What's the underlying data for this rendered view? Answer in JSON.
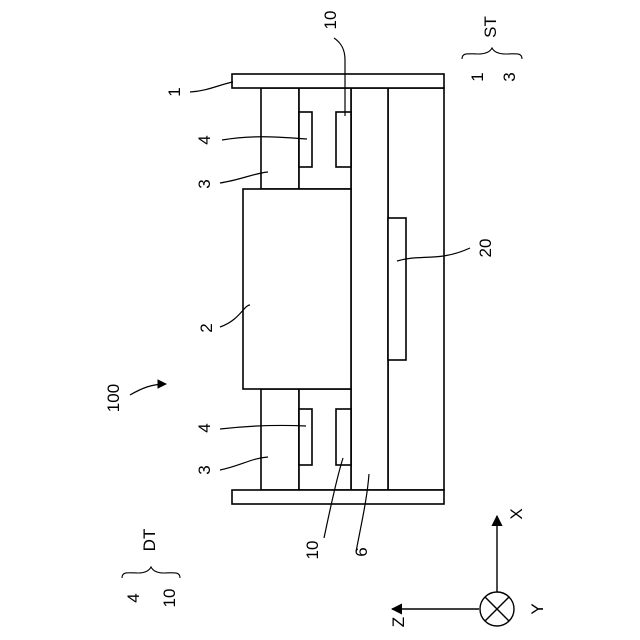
{
  "labels": {
    "assembly": "100",
    "l1": "1",
    "l4_top": "4",
    "l3_top": "3",
    "l2": "2",
    "l4_bot": "4",
    "l3_bot": "3",
    "l10_top": "10",
    "l10_bot": "10",
    "l6": "6",
    "l20": "20"
  },
  "legend_st": {
    "name": "ST",
    "items": [
      "1",
      "3"
    ]
  },
  "legend_dt": {
    "name": "DT",
    "items": [
      "4",
      "10"
    ]
  },
  "axes": {
    "x": "X",
    "y": "Y",
    "z": "Z"
  }
}
